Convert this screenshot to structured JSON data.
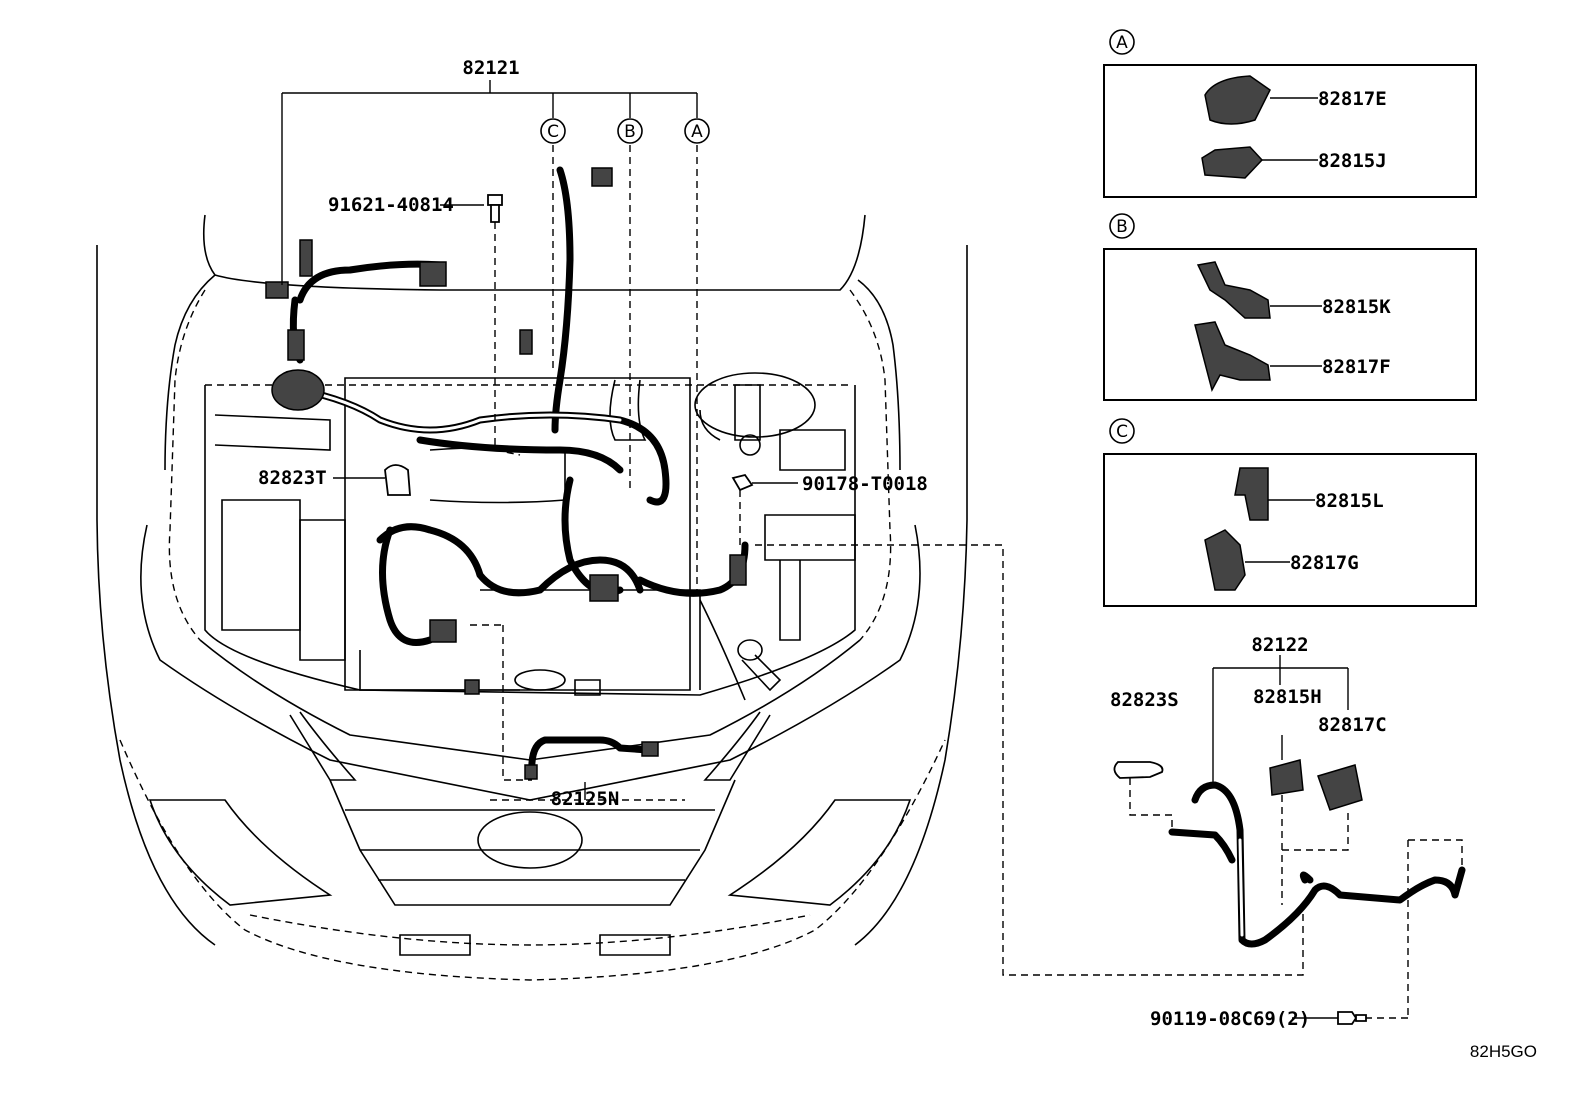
{
  "callouts": {
    "harness_main": "82121",
    "bolt_top": "91621-40814",
    "clamp_left": "82823T",
    "nut": "90178-T0018",
    "sub_harness_bottom": "82125N",
    "detail_a_1": "82817E",
    "detail_a_2": "82815J",
    "detail_b_1": "82815K",
    "detail_b_2": "82817F",
    "detail_c_1": "82815L",
    "detail_c_2": "82817G",
    "harness_right": "82122",
    "clamp_right": "82823S",
    "cover_h": "82815H",
    "cover_c": "82817C",
    "bolt_bottom": "90119-08C69(2)"
  },
  "circle_tags": {
    "a": "A",
    "b": "B",
    "c": "C"
  },
  "diagram_code": "82H5GO"
}
